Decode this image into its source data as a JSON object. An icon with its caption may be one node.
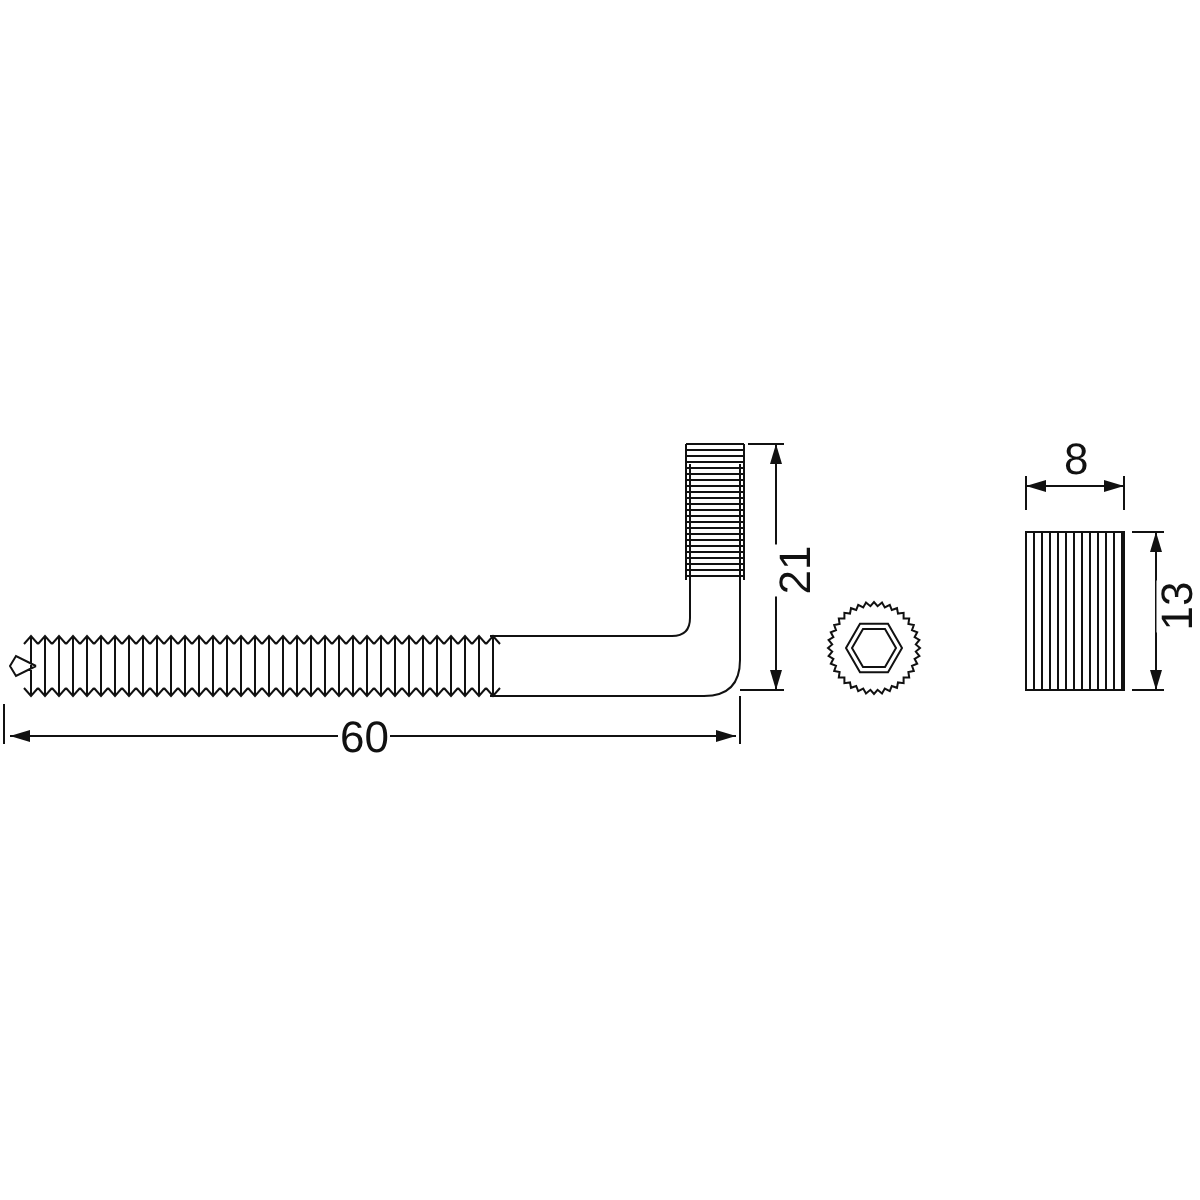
{
  "diagram": {
    "labels": [
      "8",
      "21",
      "13",
      "60"
    ]
  }
}
